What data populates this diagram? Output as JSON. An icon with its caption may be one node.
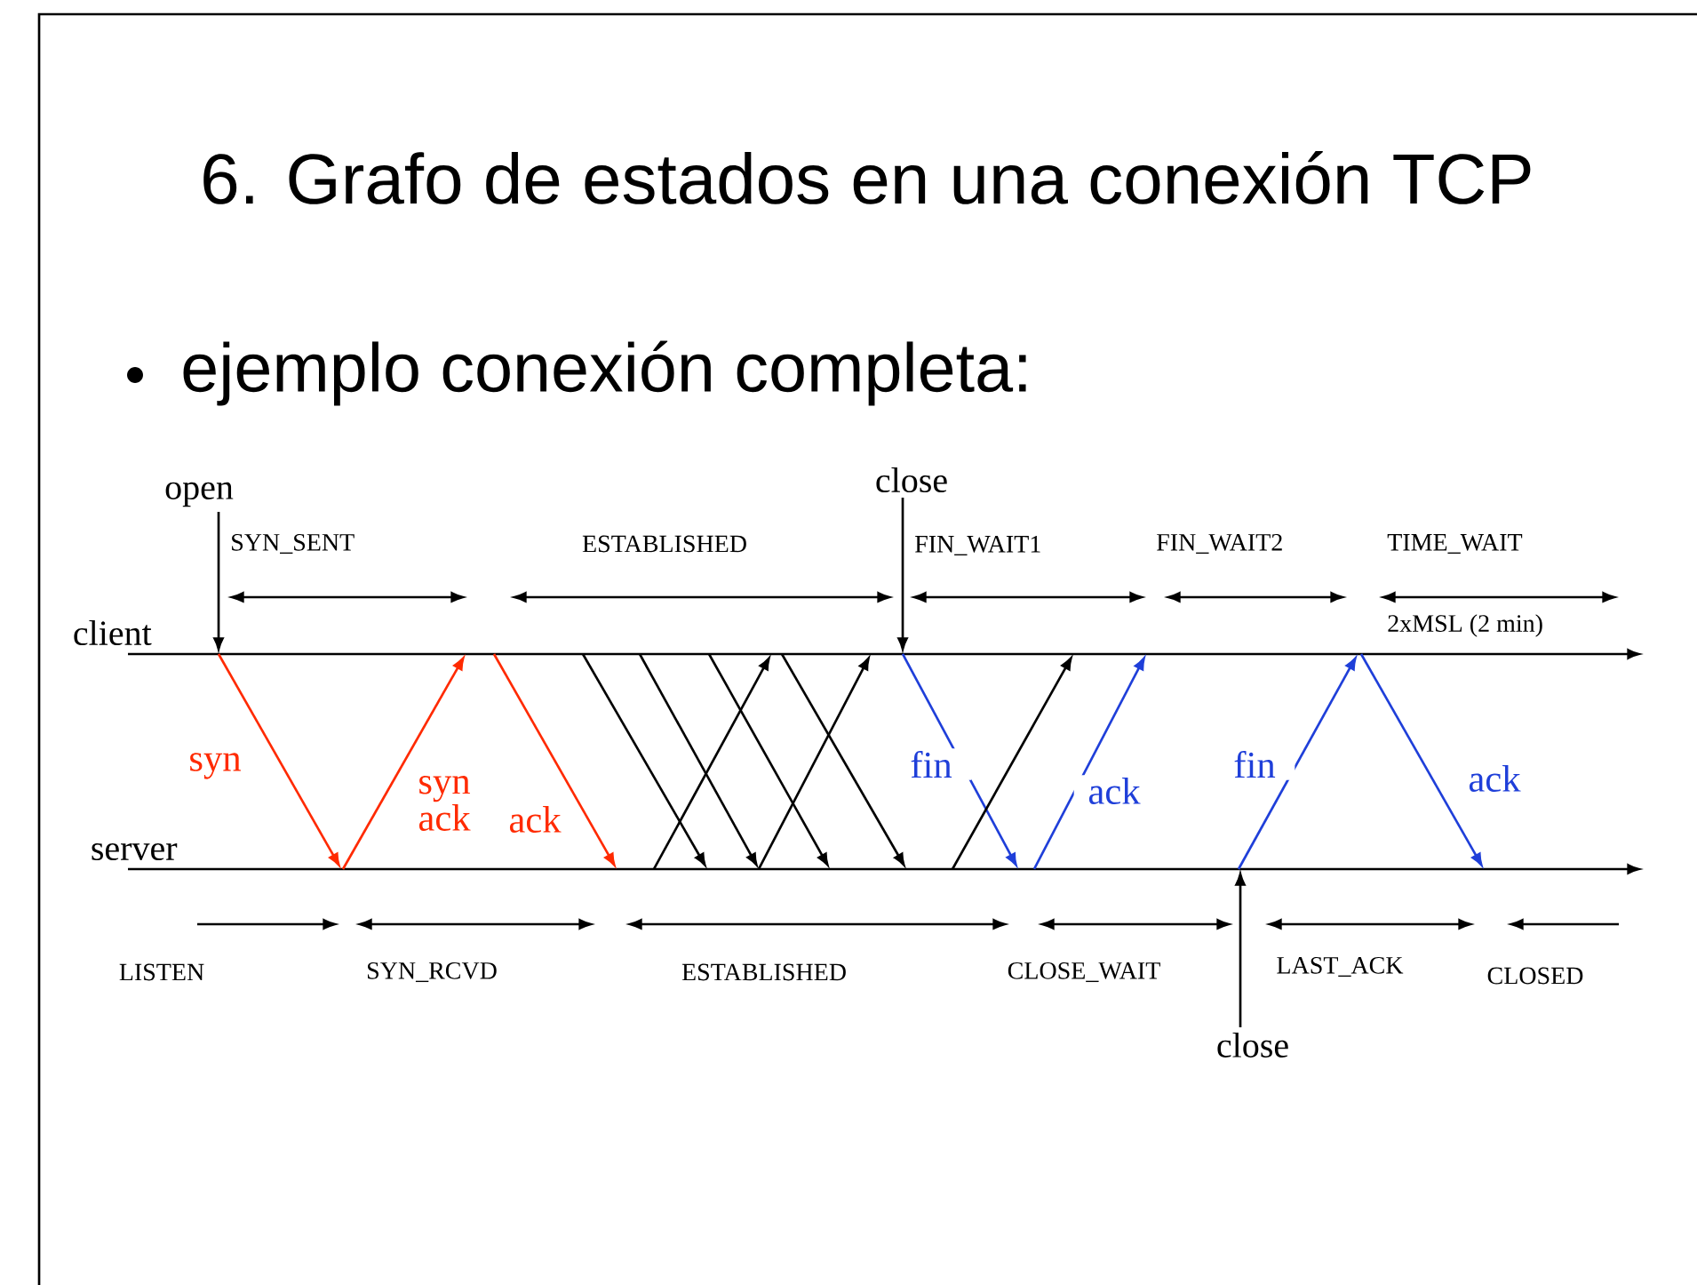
{
  "diagram": {
    "title": "6. Grafo de estados en una conexión TCP",
    "nodes": [
      {
        "text": [
          "open"
        ]
      },
      {
        "text": [
          "close"
        ]
      },
      {
        "text": [],
        "shape": "line",
        "beside": [
          "client"
        ]
      },
      {
        "text": [],
        "shape": "line",
        "beside": [
          "server"
        ]
      },
      {
        "text": [
          "close"
        ]
      }
    ],
    "edges": [
      {
        "from": 0,
        "to": 2,
        "arrow": "to"
      },
      {
        "from": 1,
        "to": 2,
        "arrow": "to"
      },
      {
        "from": 4,
        "to": 3,
        "arrow": "to"
      },
      {
        "from": 2,
        "to": 3,
        "arrow": "to",
        "label": "syn",
        "color": "#ff2a00"
      },
      {
        "from": 3,
        "to": 2,
        "arrow": "to",
        "label": "syn ack",
        "color": "#ff2a00"
      },
      {
        "from": 2,
        "to": 3,
        "arrow": "to",
        "label": "ack",
        "color": "#ff2a00"
      },
      {
        "from": 2,
        "to": 3,
        "arrow": "to"
      },
      {
        "from": 2,
        "to": 3,
        "arrow": "to"
      },
      {
        "from": 3,
        "to": 2,
        "arrow": "to"
      },
      {
        "from": 2,
        "to": 3,
        "arrow": "to"
      },
      {
        "from": 3,
        "to": 2,
        "arrow": "to"
      },
      {
        "from": 2,
        "to": 3,
        "arrow": "to"
      },
      {
        "from": 2,
        "to": 3,
        "arrow": "to",
        "label": "fin",
        "color": "#1f3fd9"
      },
      {
        "from": 3,
        "to": 2,
        "arrow": "to"
      },
      {
        "from": 3,
        "to": 2,
        "arrow": "to",
        "label": "ack",
        "color": "#1f3fd9"
      },
      {
        "from": 3,
        "to": 2,
        "arrow": "to",
        "label": "fin",
        "color": "#1f3fd9"
      },
      {
        "from": 2,
        "to": 3,
        "arrow": "to",
        "label": "ack",
        "color": "#1f3fd9"
      }
    ],
    "labels": [
      "ejemplo conexión completa:",
      "SYN_SENT",
      "ESTABLISHED",
      "FIN_WAIT1",
      "FIN_WAIT2",
      "TIME_WAIT",
      "2xMSL (2 min)",
      "LISTEN",
      "SYN_RCVD",
      "ESTABLISHED",
      "CLOSE_WAIT",
      "LAST_ACK",
      "CLOSED"
    ]
  }
}
